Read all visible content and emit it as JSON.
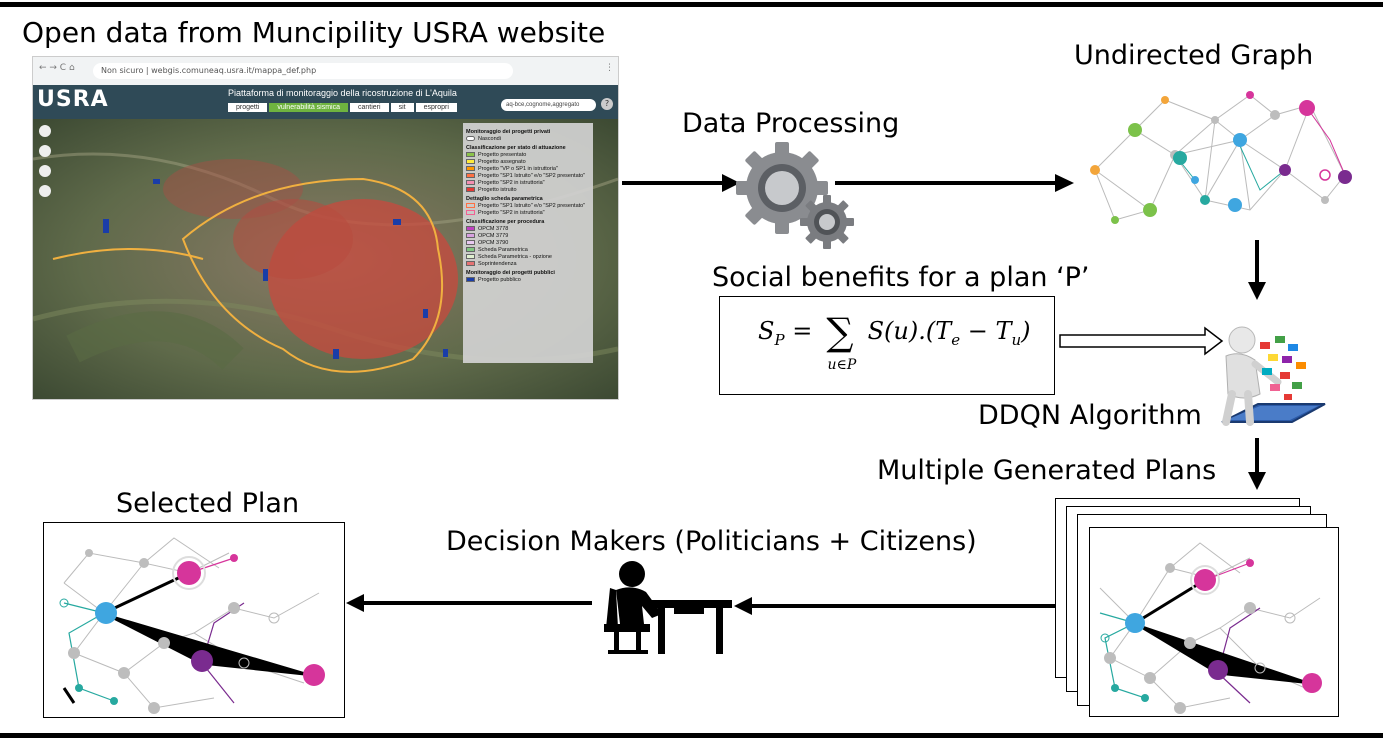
{
  "labels": {
    "source": "Open data from Muncipility USRA website",
    "graph": "Undirected Graph",
    "processing": "Data Processing",
    "benefits": "Social benefits for a plan ‘P’",
    "algorithm": "DDQN Algorithm",
    "generated": "Multiple Generated Plans",
    "decision": "Decision Makers (Politicians + Citizens)",
    "selected": "Selected Plan"
  },
  "formula": {
    "lhs": "S",
    "lhs_sub": "P",
    "sum": "∑",
    "sum_sub": "u∈P",
    "body": "S(u).(T",
    "body_sub1": "e",
    "minus": " − T",
    "body_sub2": "u",
    "close": ")"
  },
  "screenshot": {
    "url": "Non sicuro  |  webgis.comuneaq.usra.it/mappa_def.php",
    "logo": "USRA",
    "title": "Piattaforma di monitoraggio della ricostruzione di L'Aquila",
    "tabs": [
      "progetti",
      "vulnerabilità sismica",
      "cantieri",
      "sit",
      "espropri"
    ],
    "search": "aq-bce,cognome,aggregato",
    "legend": {
      "h1": "Monitoraggio dei progetti privati",
      "hide": "Nascondi",
      "h2": "Classificazione per stato di attuazione",
      "items1": [
        "Progetto presentato",
        "Progetto assegnato",
        "Progetto \"VP o SP1 in istruttoria\"",
        "Progetto \"SP1 Istruito\" e/o \"SP2 presentato\"",
        "Progetto \"SP2 in istruttoria\"",
        "Progetto istruito"
      ],
      "h3": "Dettaglio scheda parametrica",
      "items2": [
        "Progetto \"SP1 Istruito\" e/o \"SP2 presentato\"",
        "Progetto \"SP2 in istruttoria\""
      ],
      "h4": "Classificazione per procedura",
      "items3": [
        "OPCM 3778",
        "OPCM 3779",
        "OPCM 3790",
        "Scheda Parametrica",
        "Scheda Parametrica - opzione",
        "Soprintendenza"
      ],
      "h5": "Monitoraggio dei progetti pubblici",
      "items4": [
        "Progetto pubblico"
      ]
    }
  },
  "colors": {
    "arrow": "#000000",
    "gear": "#8a8c90",
    "node_pink": "#d6359b",
    "node_blue": "#3fa6e0",
    "node_purple": "#7a2b8f",
    "node_gray": "#bdbdbd",
    "node_teal": "#27a9a0",
    "node_green": "#7cc24a",
    "node_orange": "#f3a53a"
  }
}
